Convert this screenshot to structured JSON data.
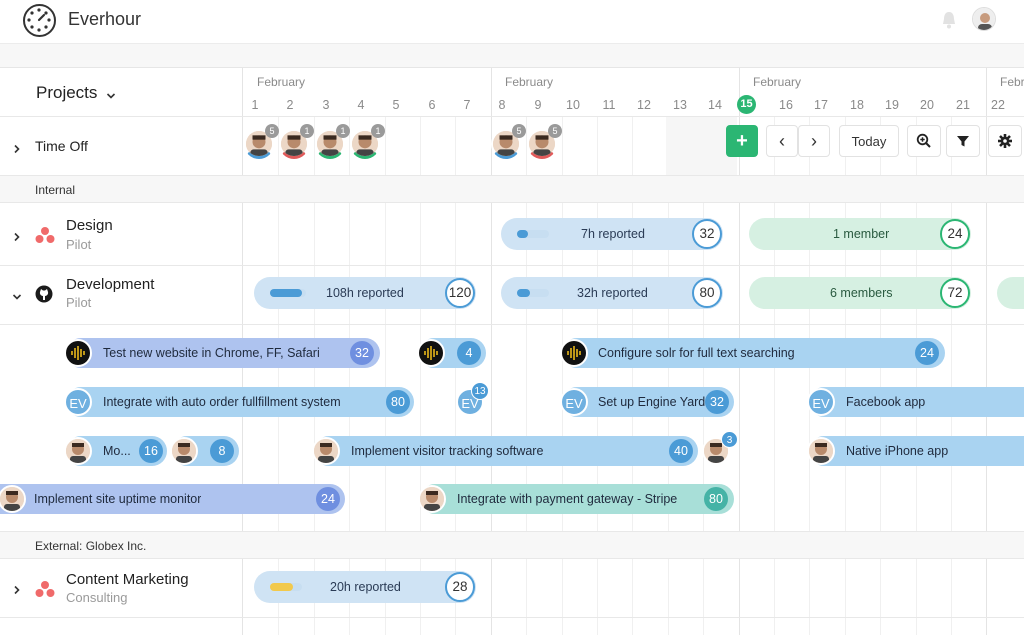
{
  "app": {
    "title": "Everhour"
  },
  "header": {
    "projects_label": "Projects"
  },
  "timeline": {
    "weeks": [
      {
        "month": "February",
        "days": [
          "1",
          "2",
          "3",
          "4",
          "5",
          "6",
          "7"
        ]
      },
      {
        "month": "February",
        "days": [
          "8",
          "9",
          "10",
          "11",
          "12",
          "13",
          "14"
        ]
      },
      {
        "month": "February",
        "days": [
          "15",
          "16",
          "17",
          "18",
          "19",
          "20",
          "21"
        ]
      },
      {
        "month": "February",
        "days": [
          "22"
        ]
      }
    ],
    "today": "15"
  },
  "toolbar": {
    "add": "+",
    "prev": "‹",
    "next": "›",
    "today": "Today"
  },
  "rows": {
    "timeoff": {
      "name": "Time Off",
      "badges": [
        "5",
        "1",
        "1",
        "1",
        "5",
        "5"
      ]
    },
    "group_internal": "Internal",
    "design": {
      "name": "Design",
      "sub": "Pilot",
      "bars": [
        {
          "label": "7h reported",
          "num": "32",
          "progress": 0.35
        },
        {
          "label": "1 member",
          "num": "24"
        }
      ]
    },
    "development": {
      "name": "Development",
      "sub": "Pilot",
      "bars": [
        {
          "label": "108h reported",
          "num": "120",
          "progress": 0.9
        },
        {
          "label": "32h reported",
          "num": "80",
          "progress": 0.4
        },
        {
          "label": "6 members",
          "num": "72"
        }
      ]
    },
    "group_external": "External: Globex Inc.",
    "content": {
      "name": "Content Marketing",
      "sub": "Consulting",
      "bars": [
        {
          "label": "20h reported",
          "num": "28",
          "progress": 0.71
        }
      ]
    }
  },
  "tasks": {
    "row1": [
      {
        "label": "Test new website in Chrome, FF, Safari",
        "num": "32"
      },
      {
        "label": "",
        "num": "4"
      },
      {
        "label": "Configure solr for full text searching",
        "num": "24"
      }
    ],
    "row2": [
      {
        "label": "Integrate with auto order fullfillment system",
        "num": "80",
        "icon": "EV"
      },
      {
        "icon": "EV",
        "badge": "13"
      },
      {
        "label": "Set up Engine Yard",
        "num": "32",
        "icon": "EV"
      },
      {
        "label": "Facebook app",
        "icon": "EV"
      }
    ],
    "row3": [
      {
        "label": "Mo...",
        "num": "16"
      },
      {
        "label": "",
        "num": "8"
      },
      {
        "label": "Implement visitor tracking software",
        "num": "40"
      },
      {
        "badge": "3"
      },
      {
        "label": "Native iPhone app"
      }
    ],
    "row4": [
      {
        "label": "Implement site uptime monitor",
        "num": "24"
      },
      {
        "label": "Integrate with payment gateway - Stripe",
        "num": "80"
      }
    ]
  },
  "colors": {
    "green": "#2bb673",
    "blue_bar": "#cfe3f4",
    "green_bar": "#d6f0e2",
    "task_purple": "#aec3ef",
    "task_blue": "#a9d3f1",
    "task_teal": "#a8dfd8",
    "ring_blue": "#4b9bd6",
    "ring_green": "#2bb673"
  }
}
